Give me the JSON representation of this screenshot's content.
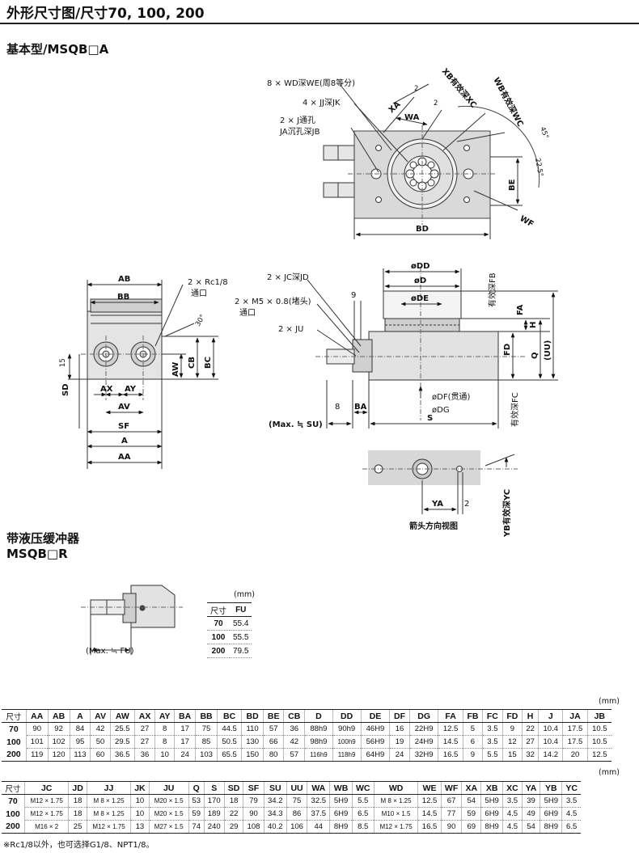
{
  "header": {
    "title": "外形尺寸图/尺寸70, 100, 200"
  },
  "section_basic": {
    "title": "基本型/MSQB□A"
  },
  "section_hydraulic": {
    "title_line1": "带液压缓冲器",
    "title_line2": "MSQB□R"
  },
  "drawing_labels": {
    "wd": "8 × WD深WE(周8等分)",
    "jj": "4 × JJ深JK",
    "j_through": "2 × J通孔",
    "ja_counterbore": "JA沉孔深JB",
    "xa": "XA",
    "wa": "WA",
    "two_a": "2",
    "two_b": "2",
    "xb": "XB有效深XC",
    "wb": "WB有效深WC",
    "deg45": "45°",
    "deg225": "22.5°",
    "be": "BE",
    "wf": "WF",
    "bd": "BD",
    "ab": "AB",
    "bb": "BB",
    "rc": "2 × Rc1/8",
    "port": "通口",
    "deg30": "30°",
    "fifteen": "15",
    "sd": "SD",
    "aw": "AW",
    "cb": "CB",
    "bc": "BC",
    "ax": "AX",
    "ay": "AY",
    "av": "AV",
    "sf": "SF",
    "a": "A",
    "aa": "AA",
    "jc": "2 × JC深JD",
    "m5": "2 × M5 × 0.8(堵头)",
    "port2": "通口",
    "ju": "2 × JU",
    "nine": "9",
    "odd": "øDD",
    "od": "øD",
    "ode": "øDE",
    "fb": "有效深FB",
    "fa": "FA",
    "h": "H",
    "fd": "FD",
    "q": "Q",
    "uu": "(UU)",
    "odf": "øDF(贯通)",
    "odg": "øDG",
    "fc": "有效深FC",
    "eight": "8",
    "ba": "BA",
    "max_su": "(Max. ≒ SU)",
    "s": "S",
    "ya": "YA",
    "two_c": "2",
    "yb": "YB有效深YC",
    "arrow_view": "箭头方向视图",
    "max_fu": "(Max. ≒ FU)"
  },
  "fu_table": {
    "unit": "(mm)",
    "headers": [
      "尺寸",
      "FU"
    ],
    "rows": [
      [
        "70",
        "55.4"
      ],
      [
        "100",
        "55.5"
      ],
      [
        "200",
        "79.5"
      ]
    ]
  },
  "spec_table_1": {
    "unit": "(mm)",
    "headers": [
      "尺寸",
      "AA",
      "AB",
      "A",
      "AV",
      "AW",
      "AX",
      "AY",
      "BA",
      "BB",
      "BC",
      "BD",
      "BE",
      "CB",
      "D",
      "DD",
      "DE",
      "DF",
      "DG",
      "FA",
      "FB",
      "FC",
      "FD",
      "H",
      "J",
      "JA",
      "JB"
    ],
    "rows": [
      [
        "70",
        "90",
        "92",
        "84",
        "42",
        "25.5",
        "27",
        "8",
        "17",
        "75",
        "44.5",
        "110",
        "57",
        "36",
        "88h9",
        "90h9",
        "46H9",
        "16",
        "22H9",
        "12.5",
        "5",
        "3.5",
        "9",
        "22",
        "10.4",
        "17.5",
        "10.5"
      ],
      [
        "100",
        "101",
        "102",
        "95",
        "50",
        "29.5",
        "27",
        "8",
        "17",
        "85",
        "50.5",
        "130",
        "66",
        "42",
        "98h9",
        "100h9",
        "56H9",
        "19",
        "24H9",
        "14.5",
        "6",
        "3.5",
        "12",
        "27",
        "10.4",
        "17.5",
        "10.5"
      ],
      [
        "200",
        "119",
        "120",
        "113",
        "60",
        "36.5",
        "36",
        "10",
        "24",
        "103",
        "65.5",
        "150",
        "80",
        "57",
        "116h9",
        "118h9",
        "64H9",
        "24",
        "32H9",
        "16.5",
        "9",
        "5.5",
        "15",
        "32",
        "14.2",
        "20",
        "12.5"
      ]
    ]
  },
  "spec_table_2": {
    "unit": "(mm)",
    "headers": [
      "尺寸",
      "JC",
      "JD",
      "JJ",
      "JK",
      "JU",
      "Q",
      "S",
      "SD",
      "SF",
      "SU",
      "UU",
      "WA",
      "WB",
      "WC",
      "WD",
      "WE",
      "WF",
      "XA",
      "XB",
      "XC",
      "YA",
      "YB",
      "YC"
    ],
    "rows": [
      [
        "70",
        "M12 × 1.75",
        "18",
        "M 8 × 1.25",
        "10",
        "M20 × 1.5",
        "53",
        "170",
        "18",
        "79",
        "34.2",
        "75",
        "32.5",
        "5H9",
        "5.5",
        "M 8 × 1.25",
        "12.5",
        "67",
        "54",
        "5H9",
        "3.5",
        "39",
        "5H9",
        "3.5"
      ],
      [
        "100",
        "M12 × 1.75",
        "18",
        "M 8 × 1.25",
        "10",
        "M20 × 1.5",
        "59",
        "189",
        "22",
        "90",
        "34.3",
        "86",
        "37.5",
        "6H9",
        "6.5",
        "M10 × 1.5",
        "14.5",
        "77",
        "59",
        "6H9",
        "4.5",
        "49",
        "6H9",
        "4.5"
      ],
      [
        "200",
        "M16 × 2",
        "25",
        "M12 × 1.75",
        "13",
        "M27 × 1.5",
        "74",
        "240",
        "29",
        "108",
        "40.2",
        "106",
        "44",
        "8H9",
        "8.5",
        "M12 × 1.75",
        "16.5",
        "90",
        "69",
        "8H9",
        "4.5",
        "54",
        "8H9",
        "6.5"
      ]
    ]
  },
  "footnote": "※Rc1/8以外，也可选择G1/8、NPT1/8。"
}
